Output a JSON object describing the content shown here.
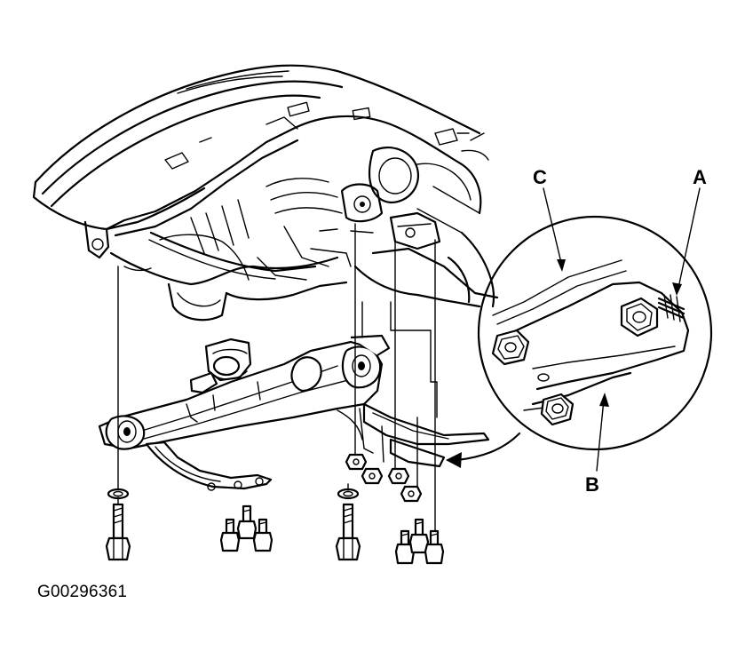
{
  "figure": {
    "id_label": "G00296361",
    "callouts": {
      "a": "A",
      "b": "B",
      "c": "C"
    }
  }
}
